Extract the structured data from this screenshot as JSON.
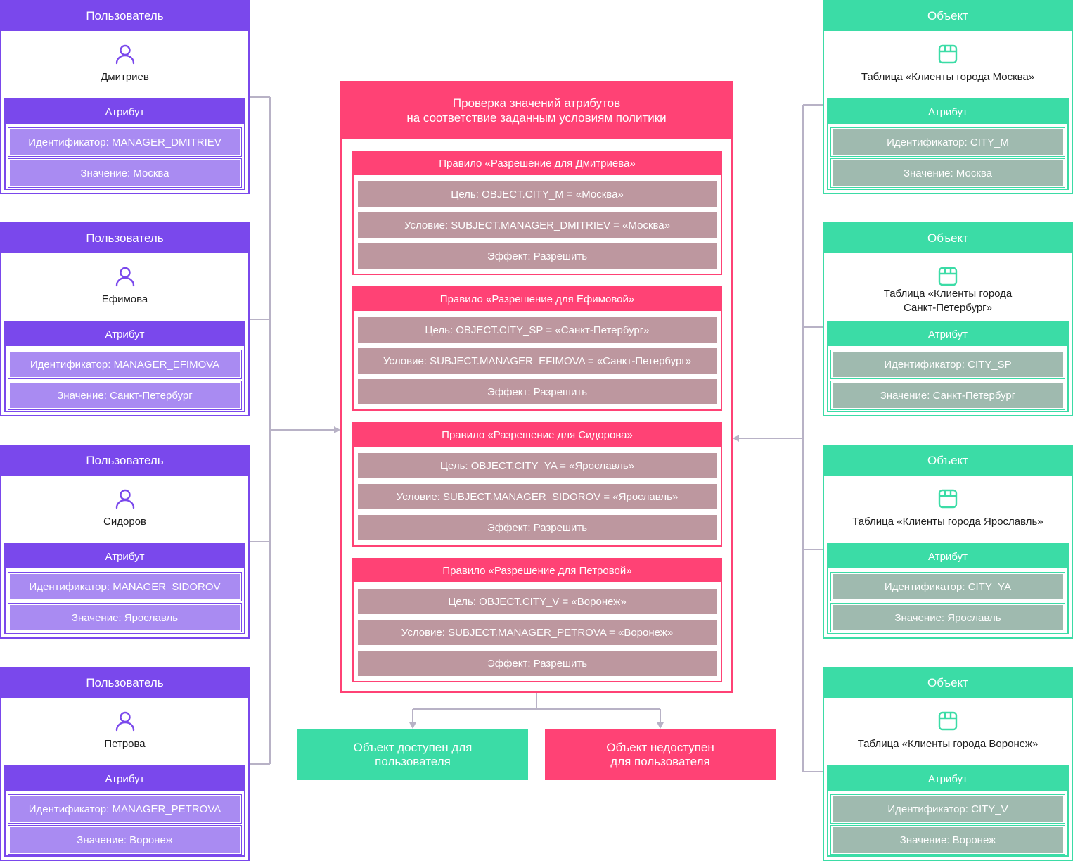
{
  "colors": {
    "user": "#7a48ec",
    "user_row": "#a98bf2",
    "object": "#3bdca6",
    "object_row": "#9fbaaf",
    "policy": "#ff4275",
    "rule_row": "#bd979f",
    "connector": "#b8b2c6"
  },
  "users": [
    {
      "header": "Пользователь",
      "icon": "user-icon",
      "name": "Дмитриев",
      "attr_header": "Атрибут",
      "id": "Идентификатор: MANAGER_DMITRIEV",
      "value": "Значение: Москва"
    },
    {
      "header": "Пользователь",
      "icon": "user-icon",
      "name": "Ефимова",
      "attr_header": "Атрибут",
      "id": "Идентификатор: MANAGER_EFIMOVA",
      "value": "Значение: Санкт-Петербург"
    },
    {
      "header": "Пользователь",
      "icon": "user-icon",
      "name": "Сидоров",
      "attr_header": "Атрибут",
      "id": "Идентификатор: MANAGER_SIDOROV",
      "value": "Значение: Ярославль"
    },
    {
      "header": "Пользователь",
      "icon": "user-icon",
      "name": "Петрова",
      "attr_header": "Атрибут",
      "id": "Идентификатор: MANAGER_PETROVA",
      "value": "Значение: Воронеж"
    }
  ],
  "objects": [
    {
      "header": "Объект",
      "icon": "table-icon",
      "name_lines": [
        "Таблица «Клиенты города Москва»"
      ],
      "attr_header": "Атрибут",
      "id": "Идентификатор: CITY_M",
      "value": "Значение: Москва"
    },
    {
      "header": "Объект",
      "icon": "table-icon",
      "name_lines": [
        "Таблица «Клиенты города",
        "Санкт-Петербург»"
      ],
      "attr_header": "Атрибут",
      "id": "Идентификатор: CITY_SP",
      "value": "Значение: Санкт-Петербург"
    },
    {
      "header": "Объект",
      "icon": "table-icon",
      "name_lines": [
        "Таблица «Клиенты города Ярославль»"
      ],
      "attr_header": "Атрибут",
      "id": "Идентификатор: CITY_YA",
      "value": "Значение: Ярославль"
    },
    {
      "header": "Объект",
      "icon": "table-icon",
      "name_lines": [
        "Таблица «Клиенты города Воронеж»"
      ],
      "attr_header": "Атрибут",
      "id": "Идентификатор: CITY_V",
      "value": "Значение: Воронеж"
    }
  ],
  "policy": {
    "title_lines": [
      "Проверка значений атрибутов",
      "на соответствие заданным условиям политики"
    ],
    "rules": [
      {
        "title": "Правило «Разрешение для Дмитриева»",
        "target": "Цель: OBJECT.CITY_M = «Москва»",
        "condition": "Условие: SUBJECT.MANAGER_DMITRIEV = «Москва»",
        "effect": "Эффект: Разрешить"
      },
      {
        "title": "Правило «Разрешение для Ефимовой»",
        "target": "Цель: OBJECT.CITY_SP = «Санкт-Петербург»",
        "condition": "Условие: SUBJECT.MANAGER_EFIMOVA = «Санкт-Петербург»",
        "effect": "Эффект: Разрешить"
      },
      {
        "title": "Правило «Разрешение для Сидорова»",
        "target": "Цель: OBJECT.CITY_YA = «Ярославль»",
        "condition": "Условие: SUBJECT.MANAGER_SIDOROV = «Ярославль»",
        "effect": "Эффект: Разрешить"
      },
      {
        "title": "Правило «Разрешение для Петровой»",
        "target": "Цель: OBJECT.CITY_V = «Воронеж»",
        "condition": "Условие: SUBJECT.MANAGER_PETROVA = «Воронеж»",
        "effect": "Эффект: Разрешить"
      }
    ]
  },
  "results": {
    "allowed_lines": [
      "Объект доступен для",
      "пользователя"
    ],
    "denied_lines": [
      "Объект недоступен",
      "для пользователя"
    ]
  }
}
